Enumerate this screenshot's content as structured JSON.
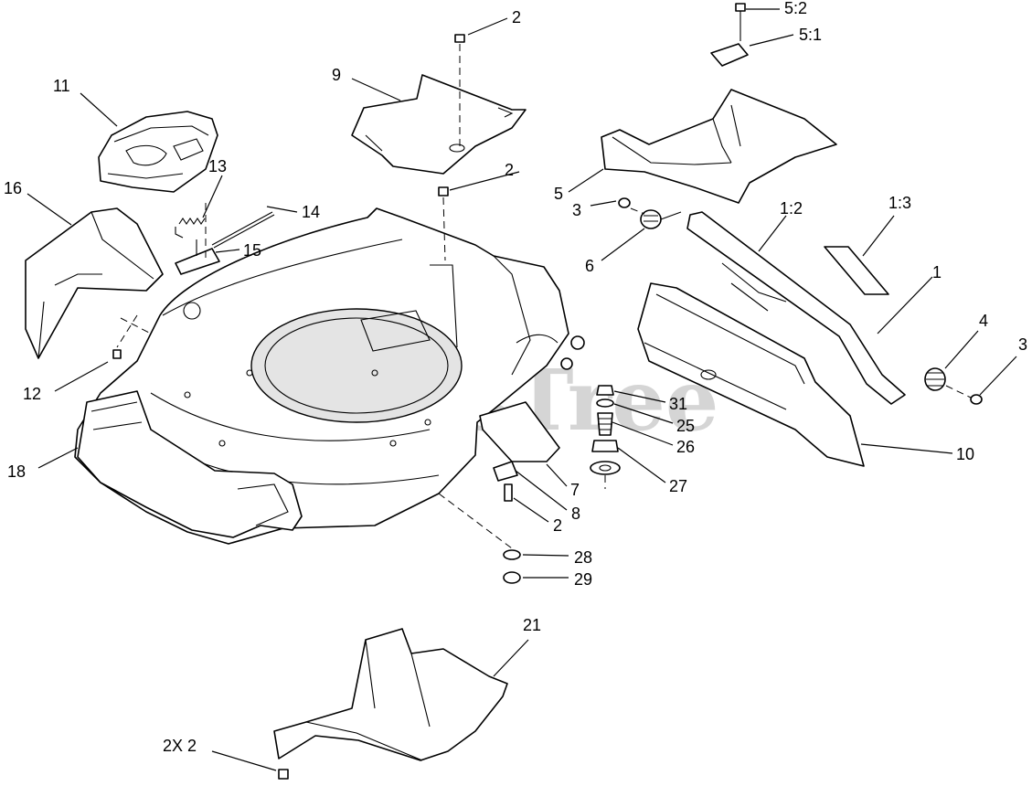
{
  "watermark": {
    "text": "PartsTree",
    "trademark": "™"
  },
  "callouts": {
    "c_2_top": "2",
    "c_5_2": "5:2",
    "c_5_1": "5:1",
    "c_11": "11",
    "c_9": "9",
    "c_2_mid": "2",
    "c_5": "5",
    "c_13": "13",
    "c_16": "16",
    "c_14": "14",
    "c_15": "15",
    "c_3_left": "3",
    "c_1_2": "1:2",
    "c_1_3": "1:3",
    "c_6": "6",
    "c_1": "1",
    "c_4": "4",
    "c_3_right": "3",
    "c_12": "12",
    "c_31": "31",
    "c_25": "25",
    "c_26": "26",
    "c_10": "10",
    "c_18": "18",
    "c_27": "27",
    "c_7": "7",
    "c_8": "8",
    "c_2_low": "2",
    "c_28": "28",
    "c_29": "29",
    "c_21": "21",
    "c_2x2": "2X 2"
  }
}
